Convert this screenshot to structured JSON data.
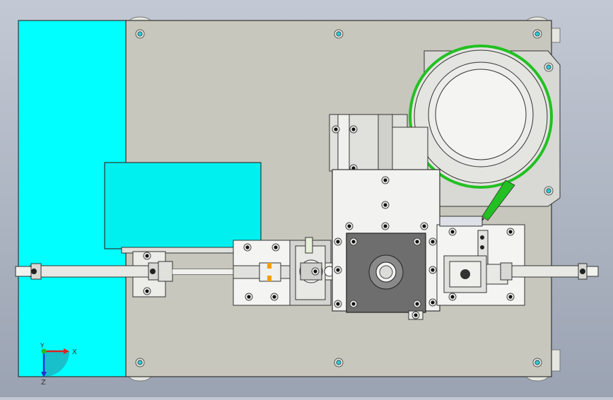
{
  "viewport": {
    "triad": {
      "x_label": "X",
      "y_label": "Y",
      "z_label": "Z",
      "x_color": "#e02020",
      "y_color": "#20c020",
      "z_color": "#2030d0"
    }
  },
  "colors": {
    "background_top": "#c3c9d4",
    "background_bottom": "#9aa3b2",
    "base_plate": "#c8c7bd",
    "cyan_part": "#00ffff",
    "green_ring": "#22c022",
    "bolt_hole": "#2ec8d4",
    "dark_block": "#6e6e6e"
  },
  "components": [
    "base-plate",
    "cyan-side-plate",
    "cyan-box",
    "coil-feeder",
    "center-block",
    "left-cylinder",
    "right-cylinder",
    "mounting-brackets"
  ]
}
